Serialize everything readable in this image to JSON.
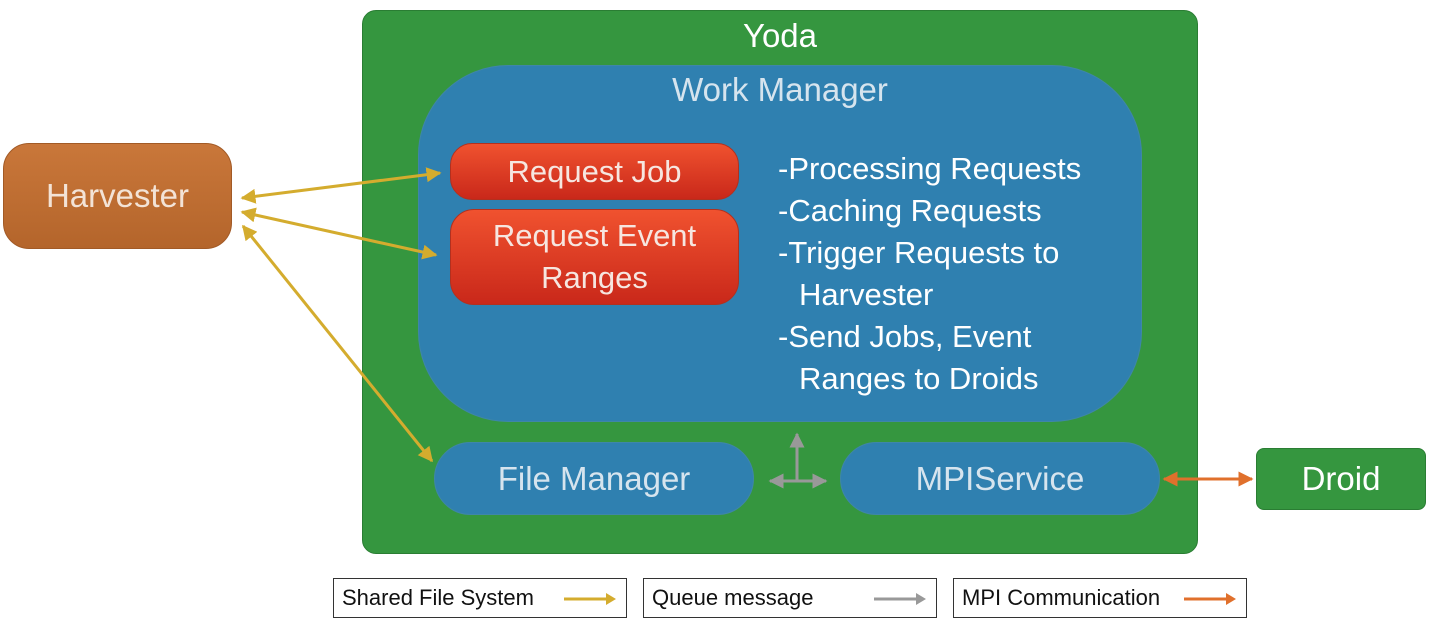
{
  "harvester": {
    "label": "Harvester"
  },
  "yoda": {
    "title": "Yoda"
  },
  "work_manager": {
    "title": "Work Manager",
    "request_job": "Request Job",
    "request_event_line1": "Request Event",
    "request_event_line2": "Ranges",
    "responsibilities": [
      "-Processing Requests",
      "-Caching Requests",
      "-Trigger Requests to",
      "Harvester",
      "-Send Jobs, Event",
      "Ranges to Droids"
    ]
  },
  "file_manager": {
    "label": "File Manager"
  },
  "mpi_service": {
    "label": "MPIService"
  },
  "droid": {
    "label": "Droid"
  },
  "legend": [
    {
      "label": "Shared File System",
      "color": "#d4ac2e"
    },
    {
      "label": "Queue message",
      "color": "#999999"
    },
    {
      "label": "MPI Communication",
      "color": "#e0702c"
    }
  ],
  "colors": {
    "shared_file_system": "#d4ac2e",
    "queue": "#999999",
    "mpi": "#e0702c"
  }
}
